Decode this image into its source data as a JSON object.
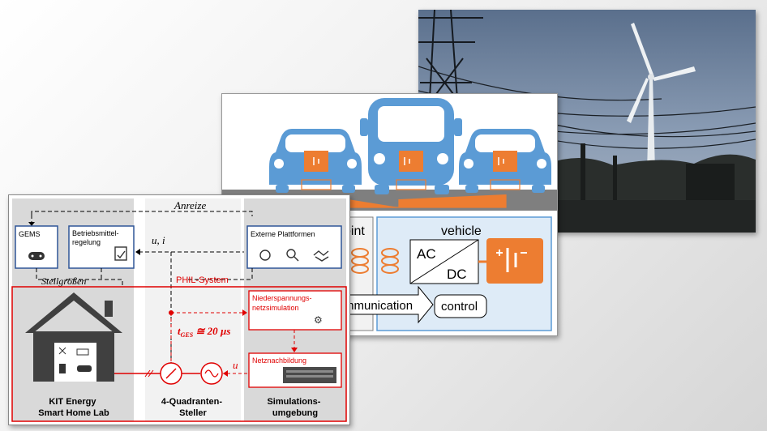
{
  "colors": {
    "accent_red": "#e00000",
    "ev_blue": "#5b9bd5",
    "battery_orange": "#ed7d31",
    "panel_grey": "#d9d9d9"
  },
  "ev_diagram": {
    "panel_left_label": "oint",
    "panel_vehicle_label": "vehicle",
    "converter_top": "AC",
    "converter_bottom": "DC",
    "battery_symbol": "+|−",
    "communication_label": "mmunication",
    "control_label": "control"
  },
  "kit_diagram": {
    "incentives_label": "Anreize",
    "gems_label": "GEMS",
    "asset_control_label": "Betriebsmittel-\nregelung",
    "external_platforms_label": "Externe Plattformen",
    "measurements_label": "u, i",
    "setpoints_label": "Stellgrößen",
    "phil_label": "PHIL-System",
    "lv_grid_sim_label": "Niederspannungs-\nnetzsimulation",
    "timing_label": "t",
    "timing_sub": "GES",
    "timing_value": " ≅ 20 µs",
    "grid_emulation_label": "Netznachbildung",
    "voltage_label": "u",
    "home_lab_label": "KIT Energy\nSmart Home Lab",
    "quadrant_label": "4-Quadranten-\nSteller",
    "sim_env_label": "Simulations-\numgebung"
  },
  "photo": {
    "subject": "wind turbine and substation"
  }
}
